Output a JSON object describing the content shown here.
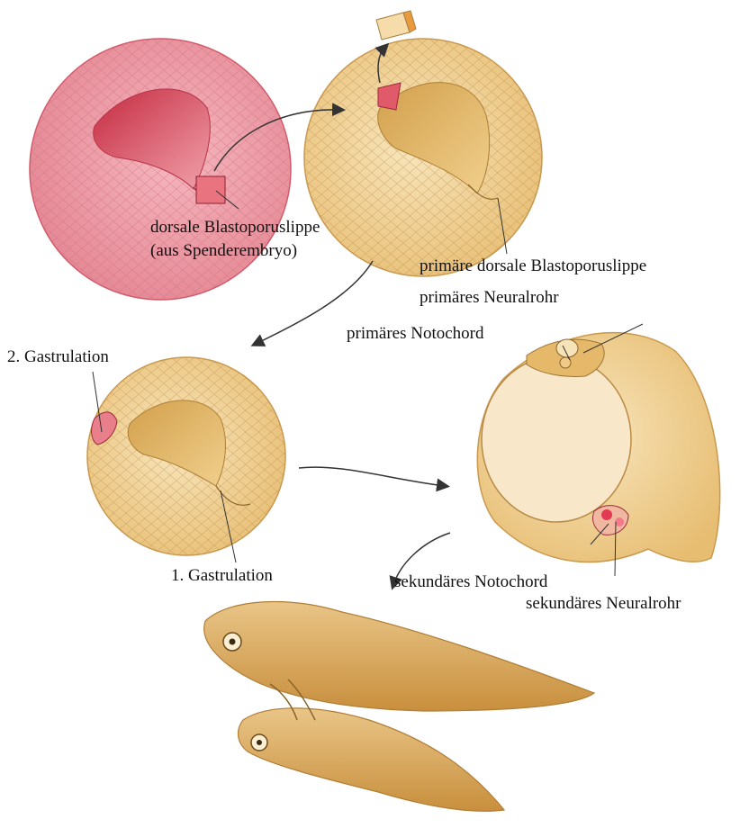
{
  "labels": {
    "donor_lip": "dorsale Blastoporuslippe",
    "donor_source": "(aus Spenderembryo)",
    "primary_lip": "primäre dorsale Blastoporuslippe",
    "primary_neural_tube": "primäres Neuralrohr",
    "primary_notochord": "primäres Notochord",
    "second_gastrulation": "2. Gastrulation",
    "first_gastrulation": "1. Gastrulation",
    "secondary_notochord": "sekundäres Notochord",
    "secondary_neural_tube": "sekundäres Neuralrohr"
  },
  "colors": {
    "donor_embryo": "#e88a95",
    "donor_embryo_dark": "#c9364a",
    "host_embryo": "#f2d9a6",
    "host_embryo_dark": "#d9a55a",
    "graft": "#e05a6a",
    "arrow": "#333333",
    "tadpole": "#d9a860"
  }
}
